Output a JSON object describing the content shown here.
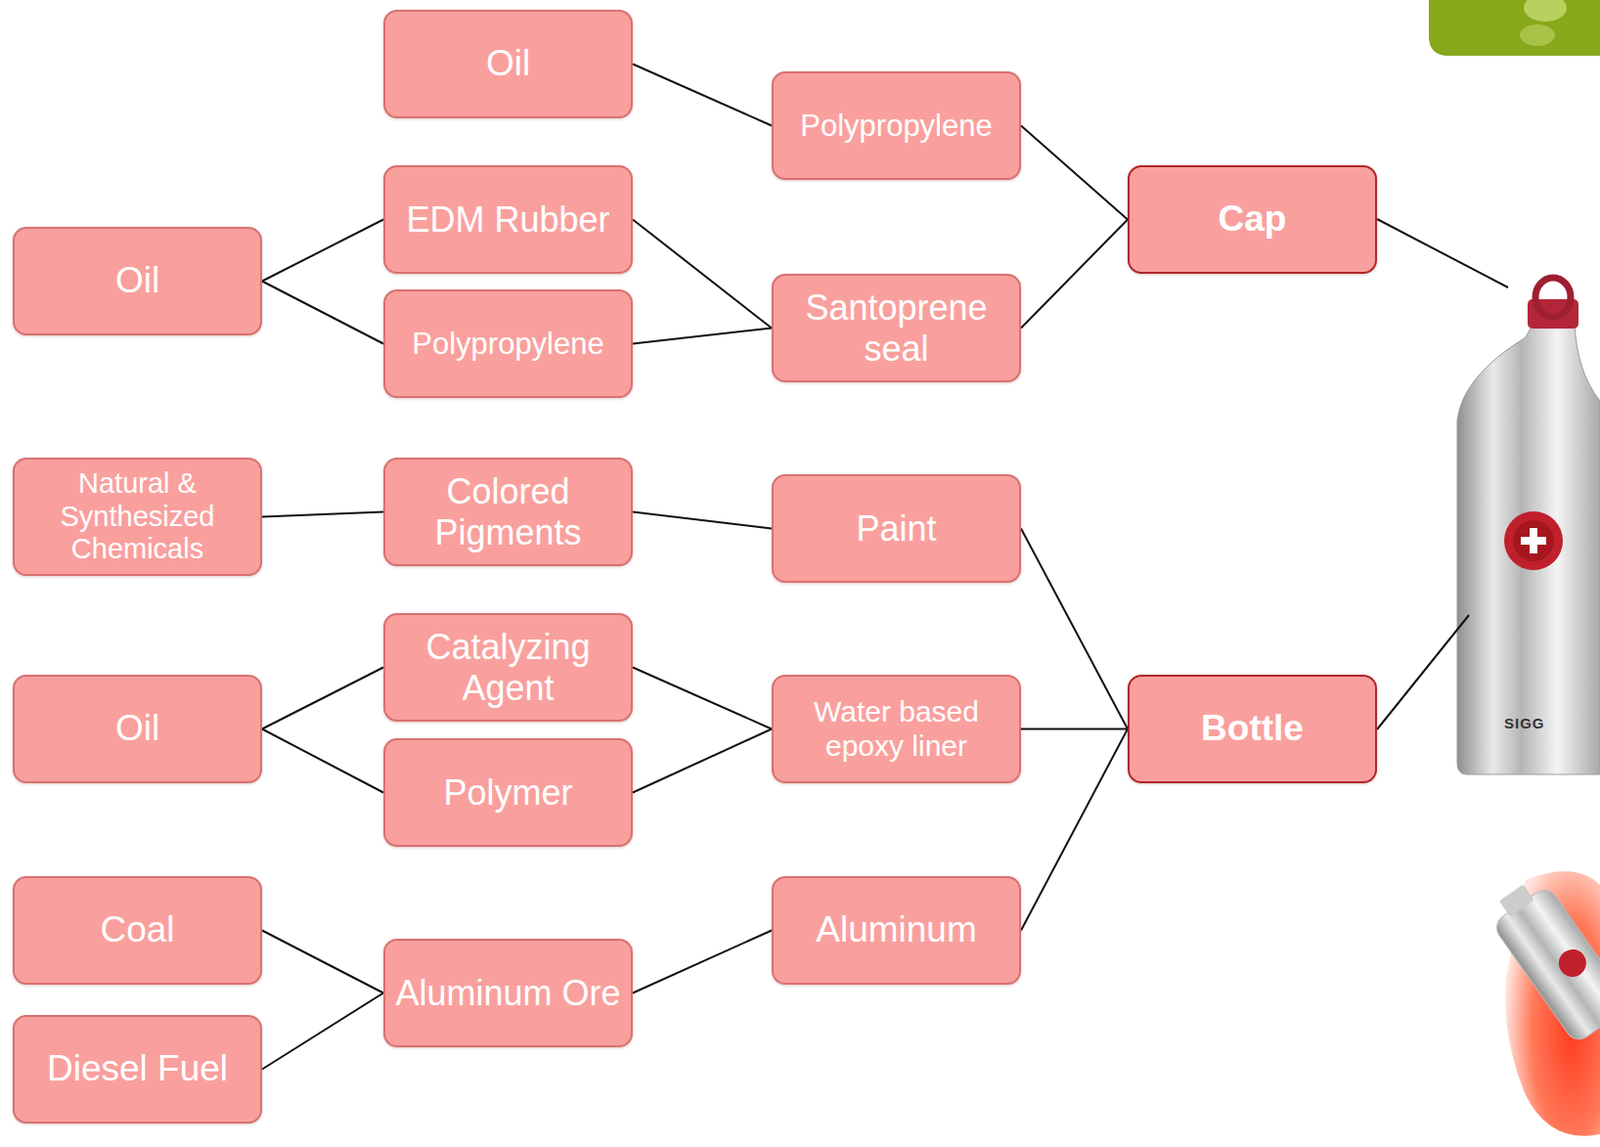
{
  "diagram": {
    "nodes": [
      {
        "text": [
          "Oil"
        ]
      },
      {
        "text": [
          "Polypropylene"
        ]
      },
      {
        "text": [
          "Cap"
        ]
      },
      {
        "text": [
          "Oil"
        ]
      },
      {
        "text": [
          "EDM Rubber"
        ]
      },
      {
        "text": [
          "Polypropylene"
        ]
      },
      {
        "text": [
          "Santoprene seal"
        ]
      },
      {
        "text": [
          "Natural & Synthesized Chemicals"
        ]
      },
      {
        "text": [
          "Colored Pigments"
        ]
      },
      {
        "text": [
          "Paint"
        ]
      },
      {
        "text": [
          "Catalyzing Agent"
        ]
      },
      {
        "text": [
          "Polymer"
        ]
      },
      {
        "text": [
          "Oil"
        ]
      },
      {
        "text": [
          "Water based epoxy liner"
        ]
      },
      {
        "text": [
          "Bottle"
        ]
      },
      {
        "text": [
          "Coal"
        ]
      },
      {
        "text": [
          "Diesel Fuel"
        ]
      },
      {
        "text": [
          "Aluminum Ore"
        ]
      },
      {
        "text": [
          "Aluminum"
        ]
      }
    ],
    "edges": [
      {
        "from": 0,
        "to": 1,
        "arrow": "none"
      },
      {
        "from": 1,
        "to": 2,
        "arrow": "none"
      },
      {
        "from": 3,
        "to": 4,
        "arrow": "none"
      },
      {
        "from": 3,
        "to": 5,
        "arrow": "none"
      },
      {
        "from": 4,
        "to": 6,
        "arrow": "none"
      },
      {
        "from": 5,
        "to": 6,
        "arrow": "none"
      },
      {
        "from": 6,
        "to": 2,
        "arrow": "none"
      },
      {
        "from": 7,
        "to": 8,
        "arrow": "none"
      },
      {
        "from": 8,
        "to": 9,
        "arrow": "none"
      },
      {
        "from": 9,
        "to": 14,
        "arrow": "none"
      },
      {
        "from": 12,
        "to": 10,
        "arrow": "none"
      },
      {
        "from": 12,
        "to": 11,
        "arrow": "none"
      },
      {
        "from": 10,
        "to": 13,
        "arrow": "none"
      },
      {
        "from": 11,
        "to": 13,
        "arrow": "none"
      },
      {
        "from": 13,
        "to": 14,
        "arrow": "none"
      },
      {
        "from": 15,
        "to": 17,
        "arrow": "none"
      },
      {
        "from": 16,
        "to": 17,
        "arrow": "none"
      },
      {
        "from": 17,
        "to": 18,
        "arrow": "none"
      },
      {
        "from": 18,
        "to": 14,
        "arrow": "none"
      }
    ],
    "labels": [
      "SIGG"
    ]
  }
}
